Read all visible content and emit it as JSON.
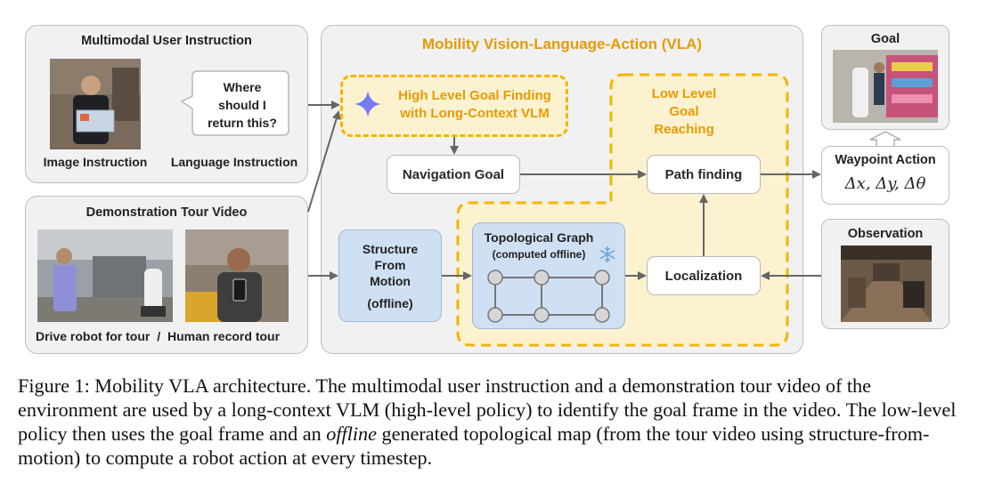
{
  "figure": {
    "left_panel_top": {
      "title": "Multimodal User Instruction",
      "bubble_text": "Where should I return this?",
      "image_label": "Image Instruction",
      "language_label": "Language Instruction"
    },
    "left_panel_bottom": {
      "title": "Demonstration Tour Video",
      "caption_left": "Drive robot for tour",
      "separator": "/",
      "caption_right": "Human record tour"
    },
    "vla": {
      "title": "Mobility Vision-Language-Action (VLA)",
      "high_level": "High Level Goal Finding with Long-Context VLM",
      "low_level": "Low Level Goal Reaching",
      "navigation_goal": "Navigation Goal",
      "path_finding": "Path finding",
      "sfm_line1": "Structure From Motion",
      "sfm_line2": "(offline)",
      "topo_title": "Topological Graph",
      "topo_sub": "(computed offline)",
      "localization": "Localization"
    },
    "right": {
      "goal_title": "Goal",
      "waypoint_title": "Waypoint Action",
      "waypoint_formula": "Δx, Δy, Δθ",
      "observation_title": "Observation"
    },
    "colors": {
      "accent_orange": "#f4b400",
      "title_orange": "#e89a00",
      "panel_gray": "#f1f1f1",
      "sfm_blue": "#cfe0f3"
    }
  },
  "caption": {
    "part1": "Figure 1: Mobility VLA architecture. The multimodal user instruction and a demonstration tour video of the environment are used by a long-context VLM (high-level policy) to identify the goal frame in the video. The low-level policy then uses the goal frame and an ",
    "italic": "offline",
    "part2": " generated topological map (from the tour video using structure-from-motion) to compute a robot action at every timestep."
  }
}
